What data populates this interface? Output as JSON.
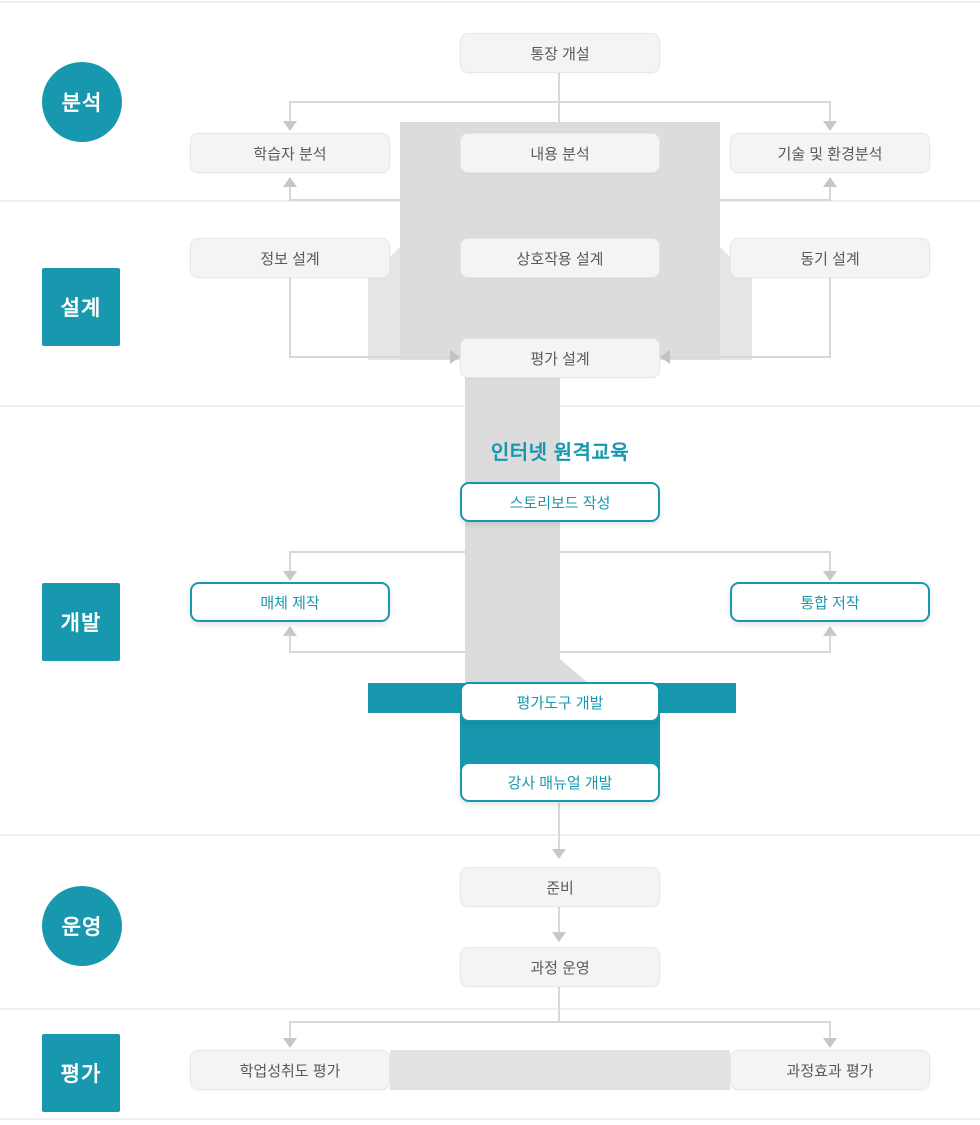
{
  "diagram": {
    "title": "인터넷 원격교육",
    "stages": [
      {
        "id": "analysis",
        "label": "분석",
        "shape": "circle"
      },
      {
        "id": "design",
        "label": "설계",
        "shape": "square"
      },
      {
        "id": "development",
        "label": "개발",
        "shape": "square"
      },
      {
        "id": "operation",
        "label": "운영",
        "shape": "circle"
      },
      {
        "id": "evaluation",
        "label": "평가",
        "shape": "square"
      }
    ],
    "nodes": {
      "account_opening": "통장 개설",
      "learner_analysis": "학습자 분석",
      "content_analysis": "내용 분석",
      "tech_env_analysis": "기술 및 환경분석",
      "information_design": "정보 설계",
      "interaction_design": "상호작용 설계",
      "motivation_design": "동기 설계",
      "evaluation_design": "평가 설계",
      "storyboard_writing": "스토리보드 작성",
      "media_production": "매체 제작",
      "integrated_authoring": "통합 저작",
      "evaluation_tool_dev": "평가도구 개발",
      "instructor_manual_dev": "강사 매뉴얼 개발",
      "preparation": "준비",
      "course_operation": "과정 운영",
      "achievement_evaluation": "학업성취도 평가",
      "course_effect_evaluation": "과정효과 평가"
    },
    "colors": {
      "accent": "#1898ae",
      "shape_gray": "#dcdcdc",
      "line_gray": "#d8d8d8",
      "box_bg": "#f4f4f4"
    }
  }
}
